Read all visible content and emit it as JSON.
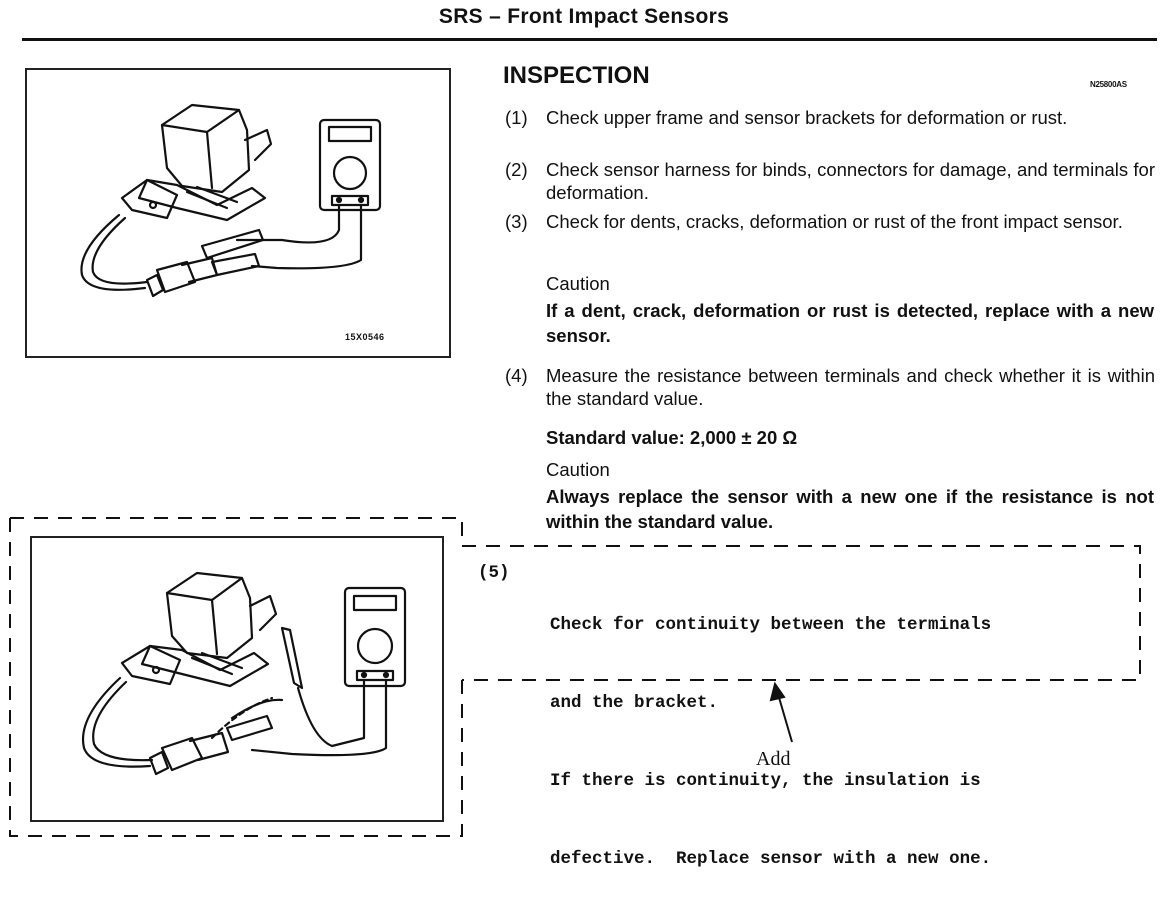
{
  "header": {
    "title": "SRS – Front Impact Sensors"
  },
  "figures": [
    {
      "code": "15X0546"
    },
    {
      "code": ""
    }
  ],
  "section": {
    "title": "INSPECTION",
    "code": "N25800AS"
  },
  "items": [
    {
      "num": "(1)",
      "text": "Check upper frame and sensor brackets for deformation or rust."
    },
    {
      "num": "(2)",
      "text": "Check sensor harness for binds, connectors for damage, and terminals for deformation."
    },
    {
      "num": "(3)",
      "text": "Check for dents, cracks, deformation or rust of the front impact sensor."
    },
    {
      "num": "(4)",
      "text": "Measure the resistance between terminals and check whether it is within the standard value."
    }
  ],
  "caution1": {
    "heading": "Caution",
    "text": "If a dent, crack, deformation or rust is detected, replace with a new sensor."
  },
  "standard_value": "Standard value: 2,000 ± 20 Ω",
  "caution2": {
    "heading": "Caution",
    "text": "Always replace the sensor with a new one if the resistance is not within the standard value."
  },
  "added_item": {
    "num": "(5)",
    "lines": [
      "Check for continuity between the terminals",
      "and the bracket.",
      "If there is continuity, the insulation is",
      "defective.  Replace sensor with a new one."
    ]
  },
  "annotation": {
    "label": "Add"
  }
}
